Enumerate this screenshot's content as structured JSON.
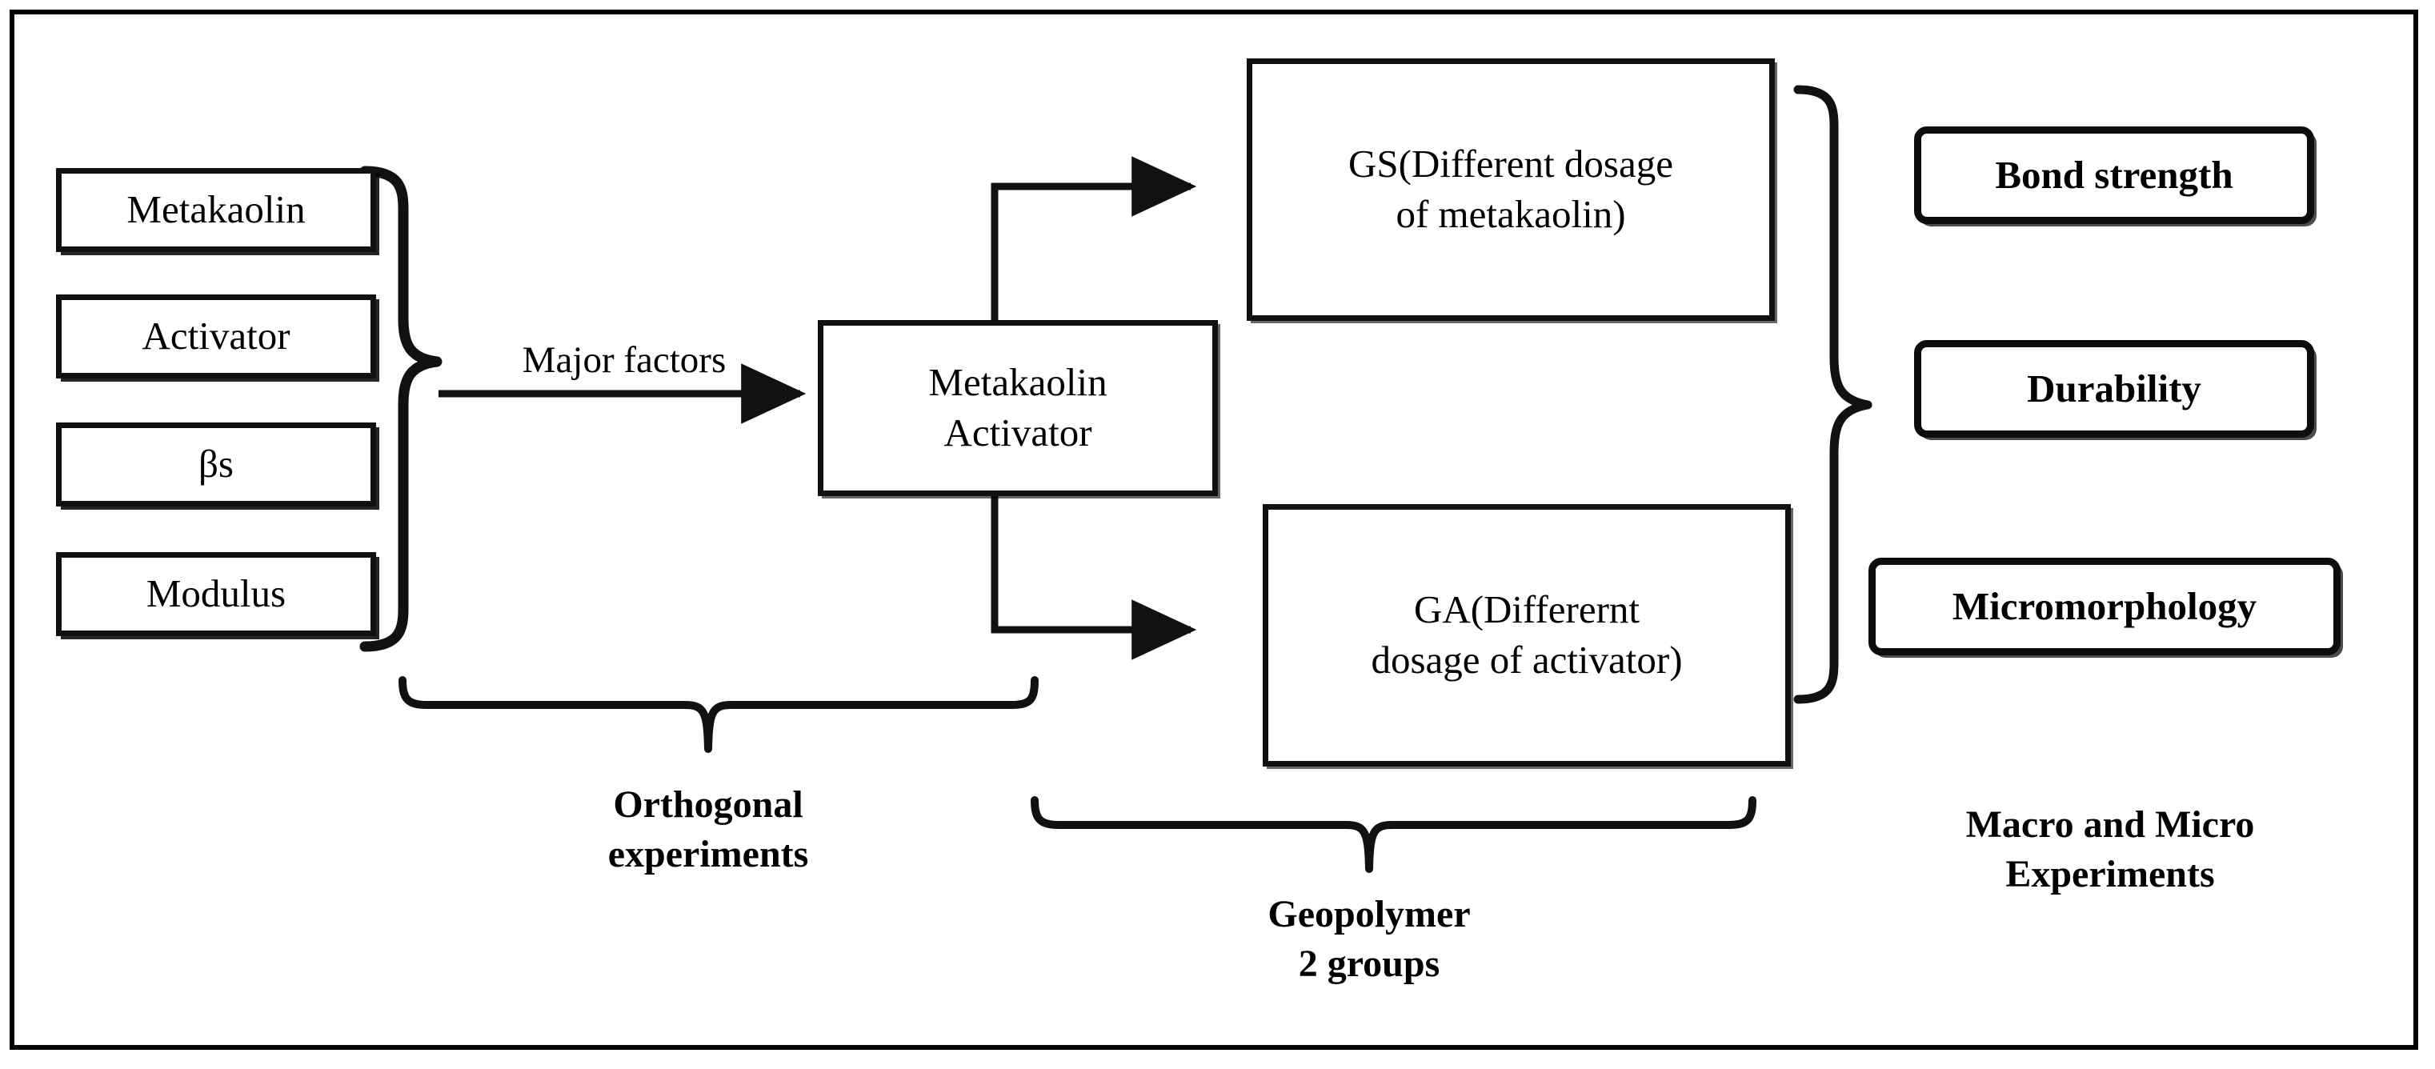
{
  "diagram": {
    "title": "Experimental programme flowchart",
    "frame_color": "#000000",
    "background_color": "#ffffff",
    "line_color": "#111111"
  },
  "inputs": {
    "group_label": "",
    "items": [
      {
        "label": "Metakaolin"
      },
      {
        "label": "Activator"
      },
      {
        "label": "βs"
      },
      {
        "label": "Modulus"
      }
    ]
  },
  "edges": {
    "major_factors": "Major factors"
  },
  "process": {
    "line1": "Metakaolin",
    "line2": "Activator"
  },
  "branches": [
    {
      "line1": "GS(Different dosage",
      "line2": "of metakaolin)"
    },
    {
      "line1": "GA(Differernt",
      "line2": "dosage of activator)"
    }
  ],
  "results": {
    "items": [
      {
        "label": "Bond strength"
      },
      {
        "label": "Durability"
      },
      {
        "label": "Micromorphology"
      }
    ]
  },
  "captions": {
    "orthogonal": {
      "line1": "Orthogonal",
      "line2": "experiments"
    },
    "geopolymer": {
      "line1": "Geopolymer",
      "line2": "2 groups"
    },
    "macro_micro": {
      "line1": "Macro and Micro",
      "line2": "Experiments"
    }
  }
}
